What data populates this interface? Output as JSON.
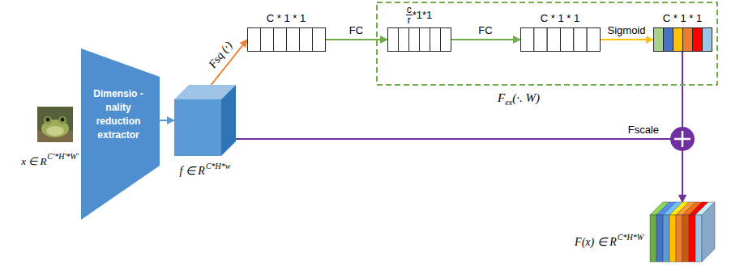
{
  "diagram": {
    "nodes": [
      {
        "text": [
          "x ∈ R",
          "C'*H'*W'"
        ]
      },
      {
        "text": [
          "Dimensio -nality reduction extractor"
        ]
      },
      {
        "text": [
          "f ∈ R",
          "C*H*w"
        ]
      },
      {
        "text": [
          "C * 1 * 1"
        ]
      },
      {
        "text": [
          "F",
          "ex",
          "(·. W)"
        ]
      },
      {
        "text": [
          "c",
          "r",
          "*1*1"
        ],
        "in": 4
      },
      {
        "text": [
          "C * 1 * 1"
        ],
        "in": 4
      },
      {
        "text": [
          "C * 1 * 1"
        ],
        "in": 4
      },
      {
        "text": [
          "F(x) ∈ R",
          "C*H*W"
        ]
      }
    ],
    "edges": [
      {
        "from": 1,
        "to": 2,
        "arrow": "to"
      },
      {
        "from": 2,
        "to": 3,
        "label": "Fsq (·)",
        "arrow": "to"
      },
      {
        "from": 3,
        "to": 5,
        "label": "FC",
        "arrow": "to"
      },
      {
        "from": 5,
        "to": 6,
        "label": "FC",
        "arrow": "to"
      },
      {
        "from": 6,
        "to": 7,
        "label": "Sigmoid",
        "arrow": "to"
      },
      {
        "from": 7,
        "to": 8,
        "arrow": "to"
      },
      {
        "from": 2,
        "to": 8,
        "label": "Fscale",
        "arrow": "to"
      }
    ]
  }
}
